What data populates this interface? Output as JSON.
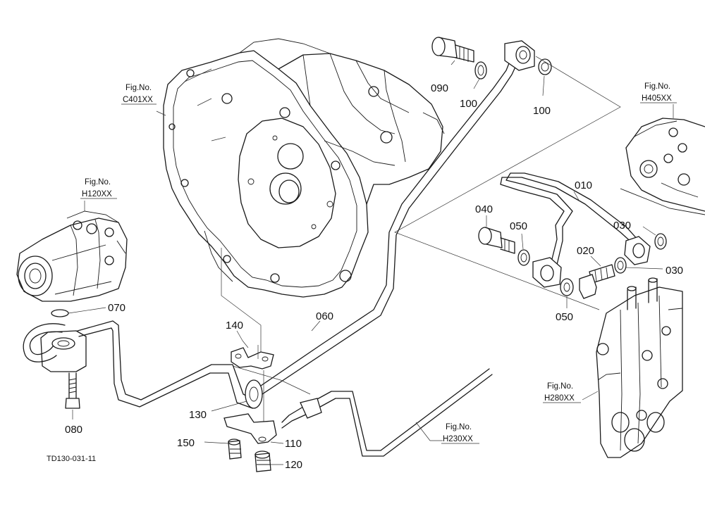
{
  "diagram_code": "TD130-031-11",
  "fig_refs": {
    "c401": {
      "line1": "Fig.No.",
      "line2": "C401XX"
    },
    "h120": {
      "line1": "Fig.No.",
      "line2": "H120XX"
    },
    "h405": {
      "line1": "Fig.No.",
      "line2": "H405XX"
    },
    "h280": {
      "line1": "Fig.No.",
      "line2": "H280XX"
    },
    "h230": {
      "line1": "Fig.No.",
      "line2": "H230XX"
    }
  },
  "parts": {
    "p010": "010",
    "p020": "020",
    "p030a": "030",
    "p030b": "030",
    "p040": "040",
    "p050a": "050",
    "p050b": "050",
    "p060": "060",
    "p070": "070",
    "p080": "080",
    "p090": "090",
    "p100a": "100",
    "p100b": "100",
    "p110": "110",
    "p120": "120",
    "p130": "130",
    "p140": "140",
    "p150": "150"
  }
}
